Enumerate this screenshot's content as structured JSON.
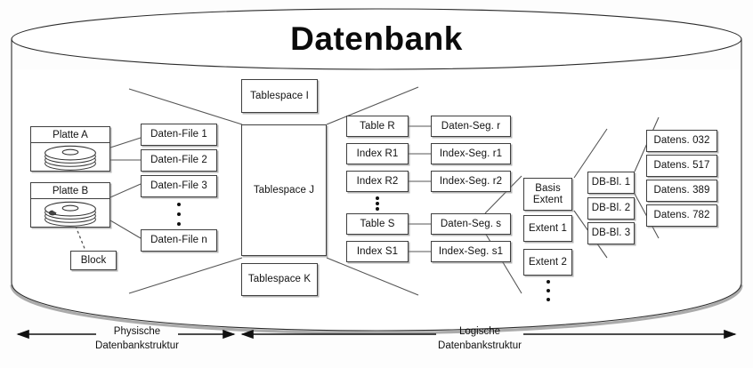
{
  "diagram": {
    "title": "Datenbank",
    "container_shape": "cylinder"
  },
  "physical": {
    "disks": [
      {
        "label": "Platte A",
        "icon": "disk-platter-icon"
      },
      {
        "label": "Platte B",
        "icon": "disk-platter-icon"
      }
    ],
    "block": {
      "label": "Block"
    },
    "data_files": [
      "Daten-File 1",
      "Daten-File 2",
      "Daten-File 3",
      "Daten-File n"
    ],
    "data_files_ellipsis": "vertical-ellipsis"
  },
  "tablespaces": [
    "Tablespace I",
    "Tablespace J",
    "Tablespace K"
  ],
  "logical": {
    "objects": [
      "Table R",
      "Index R1",
      "Index R2",
      "Table S",
      "Index S1"
    ],
    "objects_ellipsis": "vertical-ellipsis",
    "segments": [
      "Daten-Seg. r",
      "Index-Seg. r1",
      "Index-Seg. r2",
      "Daten-Seg. s",
      "Index-Seg. s1"
    ],
    "extents": [
      "Basis Extent",
      "Extent 1",
      "Extent 2"
    ],
    "extents_ellipsis": "vertical-ellipsis",
    "db_blocks": [
      "DB-Bl. 1",
      "DB-Bl. 2",
      "DB-Bl. 3"
    ],
    "records": [
      "Datens. 032",
      "Datens. 517",
      "Datens. 389",
      "Datens. 782"
    ]
  },
  "axes": [
    {
      "name": "physical-structure-axis",
      "line1": "Physische",
      "line2": "Datenbankstruktur"
    },
    {
      "name": "logical-structure-axis",
      "line1": "Logische",
      "line2": "Datenbankstruktur"
    }
  ],
  "colors": {
    "stroke": "#3f3f3f",
    "text": "#111111",
    "background": "#fdfdfd",
    "shadow": "#787878"
  }
}
